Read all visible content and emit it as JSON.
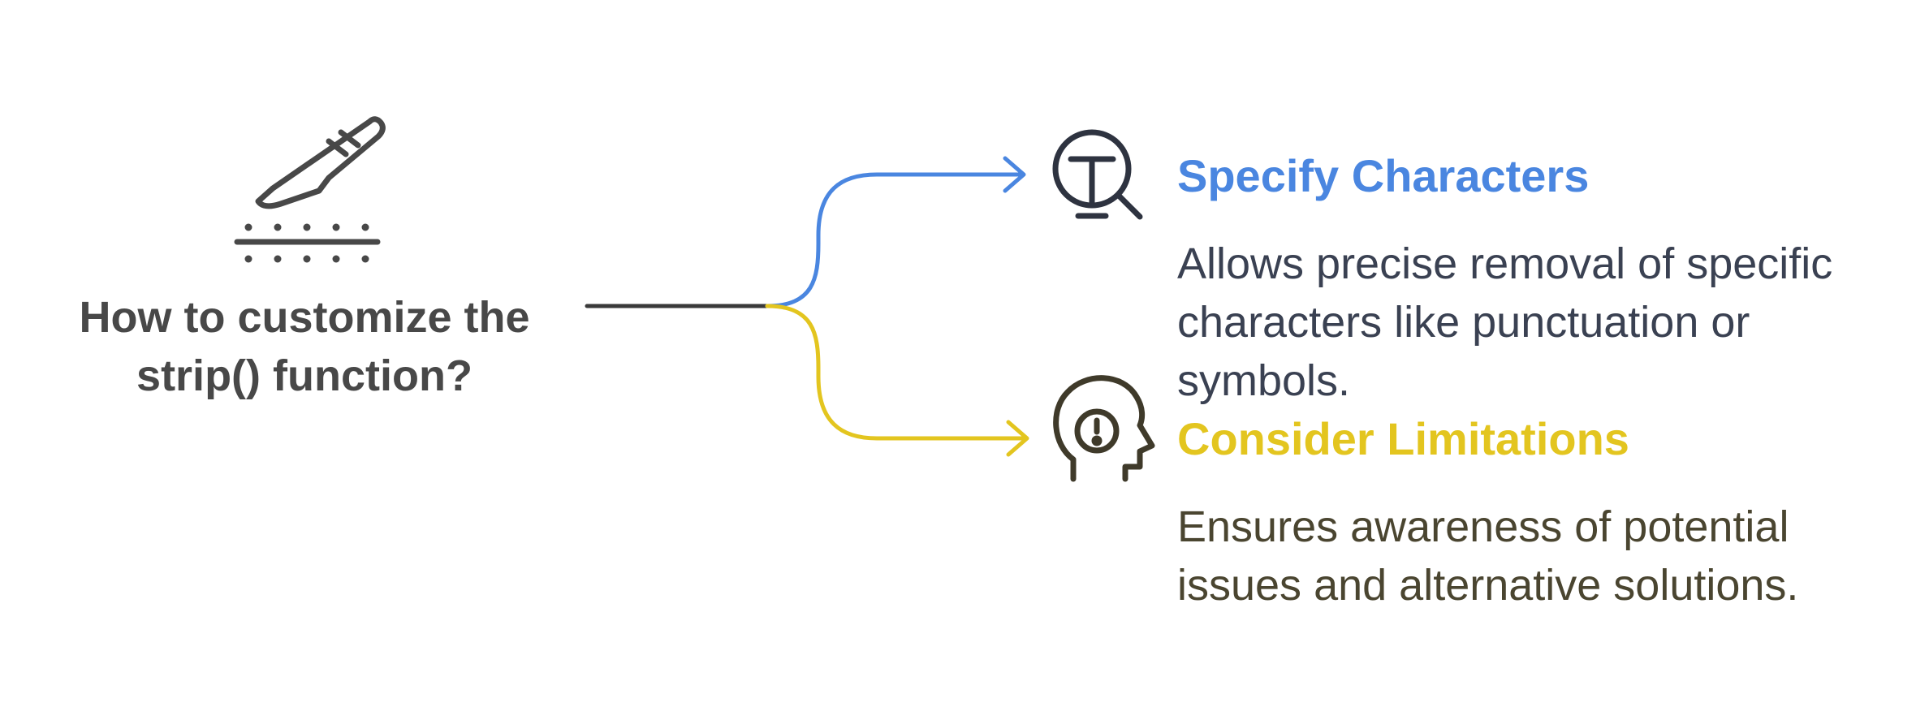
{
  "root": {
    "question": "How to customize the strip() function?",
    "icon": "scalpel-cut-icon",
    "color": "#484848"
  },
  "branches": [
    {
      "title": "Specify Characters",
      "description": "Allows precise removal of specific characters like punctuation or symbols.",
      "icon": "text-search-icon",
      "title_color": "#4A86E0",
      "desc_color": "#3A4152",
      "icon_color": "#2E3340",
      "line_color": "#4A86E0"
    },
    {
      "title": "Consider Limitations",
      "description": "Ensures awareness of potential issues and alternative solutions.",
      "icon": "head-alert-icon",
      "title_color": "#E3C51F",
      "desc_color": "#4A4530",
      "icon_color": "#3F3A2A",
      "line_color": "#E3C51F"
    }
  ]
}
